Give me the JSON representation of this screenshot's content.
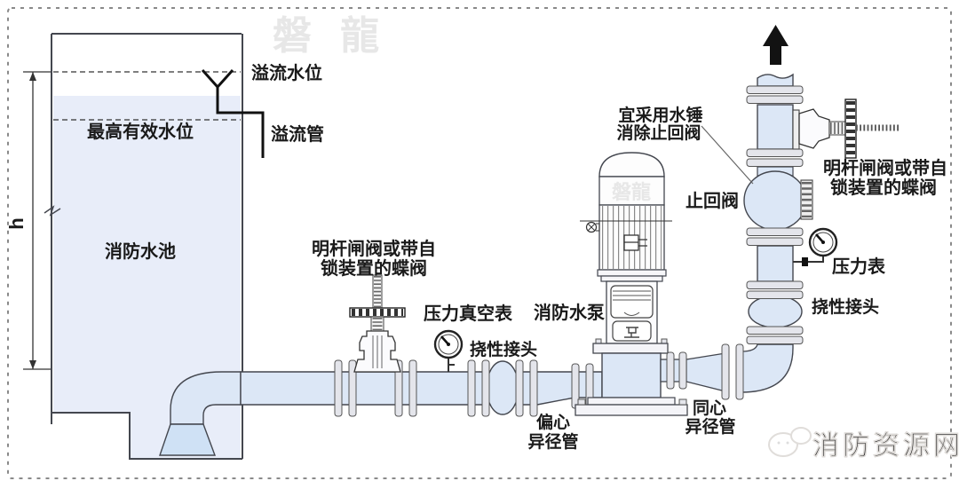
{
  "diagram": {
    "type": "fire-pump-installation-schematic",
    "labels": {
      "overflow_level": "溢流水位",
      "overflow_pipe": "溢流管",
      "max_effective_level": "最高有效水位",
      "tank": "消防水池",
      "height_dim": "h",
      "suction_gate_valve_line1": "明杆闸阀或带自",
      "suction_gate_valve_line2": "锁装置的蝶阀",
      "vacuum_gauge": "压力真空表",
      "suction_flex_joint": "挠性接头",
      "pump": "消防水泵",
      "eccentric_reducer_line1": "偏心",
      "eccentric_reducer_line2": "异径管",
      "concentric_reducer_line1": "同心",
      "concentric_reducer_line2": "异径管",
      "check_valve": "止回阀",
      "water_hammer_note_line1": "宜采用水锤",
      "water_hammer_note_line2": "消除止回阀",
      "discharge_flex_joint": "挠性接头",
      "pressure_gauge": "压力表",
      "discharge_gate_valve_line1": "明杆闸阀或带自",
      "discharge_gate_valve_line2": "锁装置的蝶阀"
    },
    "watermarks": {
      "top_center": "磐 龍",
      "motor": "磐龍",
      "bottom_right": "消防资源网"
    },
    "colors": {
      "pipe_fill": "#dce7f6",
      "tank_fill": "#e8edf9",
      "bell_fill": "#cfe1f5",
      "flange_fill": "#e4e5eb",
      "outline": "#44474f",
      "label_text": "#1a1a1a",
      "watermark_gray": "#e7e7e7",
      "arrow_black": "#121212"
    }
  }
}
